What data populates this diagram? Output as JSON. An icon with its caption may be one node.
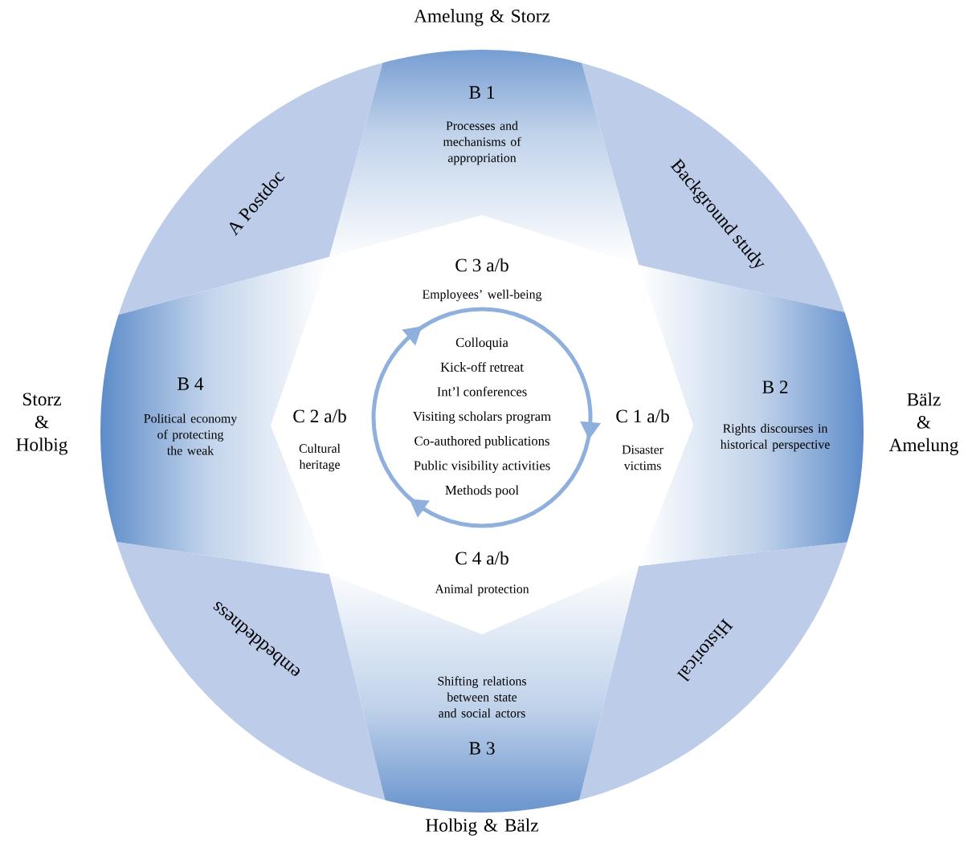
{
  "diagram": {
    "nodes": [
      {
        "text": [
          "A Postdoc"
        ]
      },
      {
        "text": [
          "Background study"
        ]
      },
      {
        "text": [
          "Historical"
        ]
      },
      {
        "text": [
          "embeddedness"
        ]
      },
      {
        "text": [
          "B 1",
          "Processes and mechanisms of appropriation"
        ]
      },
      {
        "text": [
          "B 2",
          "Rights discourses in historical perspective"
        ]
      },
      {
        "text": [
          "Shifting relations between state and social actors",
          "B 3"
        ]
      },
      {
        "text": [
          "B 4",
          "Political economy of protecting the weak"
        ]
      },
      {
        "text": [
          "C 3 a/b",
          "Employees’ well-being",
          "C 2 a/b",
          "Cultural heritage",
          "C 1 a/b",
          "Disaster victims",
          "C 4 a/b",
          "Animal protection"
        ]
      },
      {
        "text": [
          "Colloquia",
          "Kick-off retreat",
          "Int’l conferences",
          "Visiting scholars program",
          "Co-authored publications",
          "Public visibility activities",
          "Methods pool"
        ],
        "in": 8
      }
    ],
    "labels": [
      "Amelung & Storz",
      "Storz & Holbig",
      "Bälz & Amelung",
      "Holbig & Bälz"
    ]
  }
}
